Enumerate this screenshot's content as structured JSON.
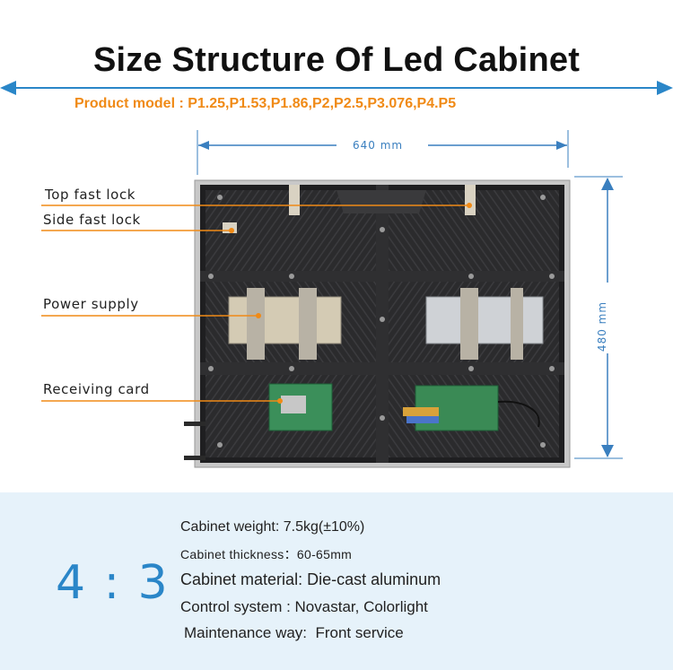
{
  "title": "Size Structure Of Led Cabinet",
  "product_model": "Product model : P1.25,P1.53,P1.86,P2,P2.5,P3.076,P4.P5",
  "dimensions": {
    "width": "640 mm",
    "height": "480 mm"
  },
  "callouts": {
    "top_fast_lock": "Top fast lock",
    "side_fast_lock": "Side fast lock",
    "power_supply": "Power supply",
    "receiving_card": "Receiving card"
  },
  "ratio": "4 : 3",
  "specs": {
    "weight": "Cabinet weight: 7.5kg(±10%)",
    "thickness": "Cabinet thickness：60-65mm",
    "material": "Cabinet material: Die-cast aluminum",
    "control": "Control system : Novastar, Colorlight",
    "maintenance": "Maintenance way:  Front service"
  },
  "colors": {
    "accent_blue": "#2a86c8",
    "orange": "#f08a16",
    "panel_bg": "#e6f2fa"
  }
}
